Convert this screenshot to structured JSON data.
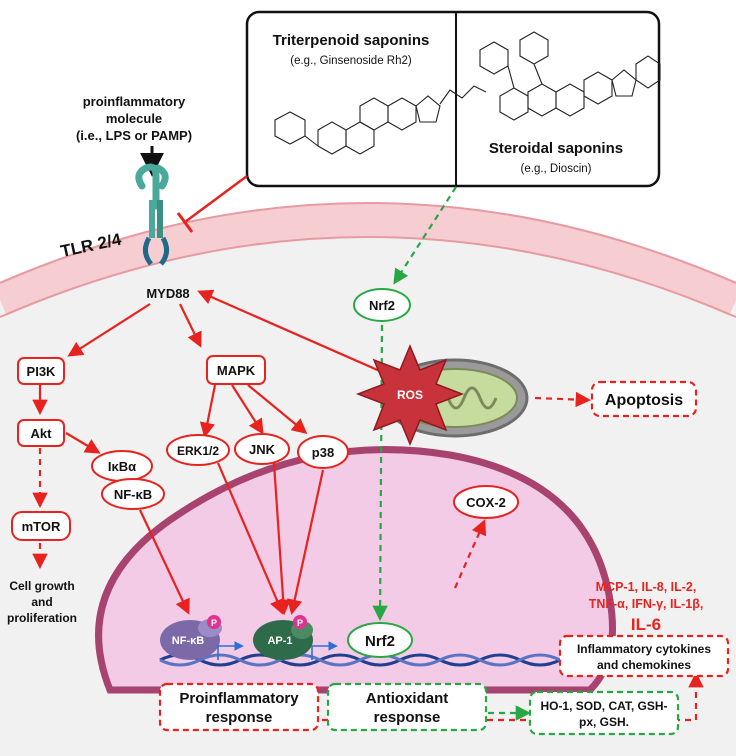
{
  "saponins": {
    "triterpenoid": {
      "title": "Triterpenoid saponins",
      "example": "(e.g., Ginsenoside Rh2)"
    },
    "steroidal": {
      "title": "Steroidal saponins",
      "example": "(e.g., Dioscin)"
    }
  },
  "stimulus": {
    "line1": "proinflammatory",
    "line2": "molecule",
    "line3": "(i.e., LPS or PAMP)"
  },
  "receptor": {
    "label": "TLR 2/4"
  },
  "adaptor": {
    "label": "MYD88"
  },
  "pathway": {
    "pi3k": "PI3K",
    "akt": "Akt",
    "mtor": "mTOR",
    "cell_growth_1": "Cell growth",
    "cell_growth_2": "and",
    "cell_growth_3": "proliferation",
    "ikba": "IκBα",
    "nfkb": "NF-κB",
    "mapk": "MAPK",
    "erk": "ERK1/2",
    "jnk": "JNK",
    "p38": "p38",
    "nrf2_top": "Nrf2",
    "nrf2_nucleus": "Nrf2",
    "ros": "ROS",
    "apoptosis": "Apoptosis",
    "cox2": "COX-2"
  },
  "nucleus": {
    "nfkb_tf": "NF-κB",
    "ap1_tf": "AP-1",
    "phospho": "P"
  },
  "cytokines": {
    "line1": "MCP-1, IL-8, IL-2,",
    "line2": "TNF-α, IFN-γ, IL-1β,",
    "il6": "IL-6",
    "box_line1": "Inflammatory cytokines",
    "box_line2": "and chemokines"
  },
  "responses": {
    "proinflammatory_1": "Proinflammatory",
    "proinflammatory_2": "response",
    "antioxidant_1": "Antioxidant",
    "antioxidant_2": "response",
    "enzymes_1": "HO-1, SOD, CAT, GSH-",
    "enzymes_2": "px, GSH."
  },
  "colors": {
    "red": "#e8231f",
    "green": "#27a844",
    "membrane": "#f6cdd0",
    "nucleus_fill": "#f3cbe6",
    "nucleus_border": "#a8436f",
    "receptor": "#4aa99a",
    "dna": "#1f3f8f"
  }
}
